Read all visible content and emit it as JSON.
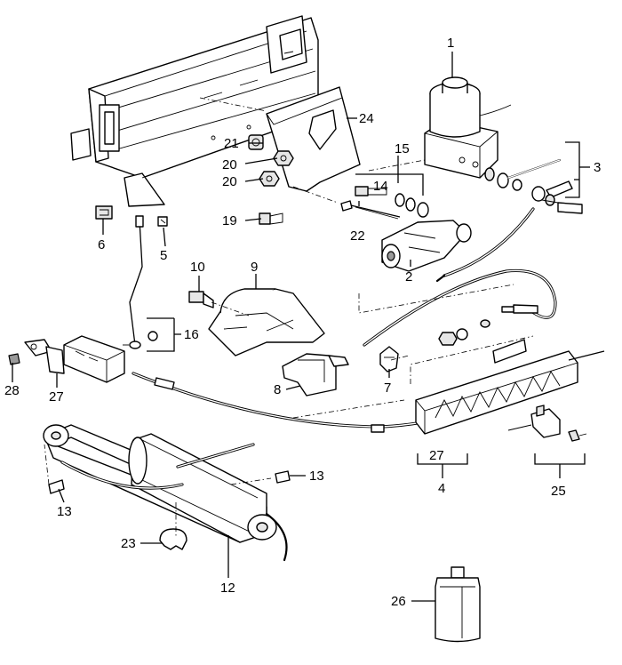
{
  "callouts": {
    "c1": "1",
    "c2": "2",
    "c3": "3",
    "c4": "4",
    "c5": "5",
    "c6": "6",
    "c7": "7",
    "c8": "8",
    "c9": "9",
    "c10": "10",
    "c12": "12",
    "c13a": "13",
    "c13b": "13",
    "c14": "14",
    "c15": "15",
    "c16": "16",
    "c19": "19",
    "c20a": "20",
    "c20b": "20",
    "c21": "21",
    "c22": "22",
    "c23": "23",
    "c24": "24",
    "c25": "25",
    "c26": "26",
    "c27a": "27",
    "c27b": "27",
    "c28": "28"
  },
  "colors": {
    "line": "#000000",
    "fill": "#ffffff",
    "shade": "#e6e6e6"
  }
}
